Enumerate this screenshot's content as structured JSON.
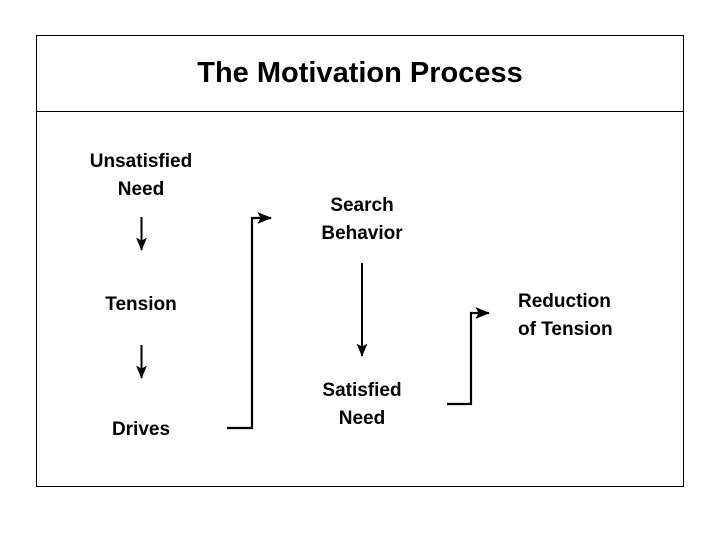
{
  "slide": {
    "title": "The Motivation Process",
    "frame_color": "#000000",
    "background_color": "#ffffff",
    "text_color": "#000000"
  },
  "nodes": [
    {
      "id": "unsatisfied-need",
      "label": "Unsatisfied\nNeed"
    },
    {
      "id": "tension",
      "label": "Tension"
    },
    {
      "id": "drives",
      "label": "Drives"
    },
    {
      "id": "search-behavior",
      "label": "Search\nBehavior"
    },
    {
      "id": "satisfied-need",
      "label": "Satisfied\nNeed"
    },
    {
      "id": "reduction-of-tension",
      "label": "Reduction\nof Tension"
    }
  ],
  "connectors": [
    {
      "id": "unsatisfied-need-to-tension",
      "from": "unsatisfied-need",
      "to": "tension",
      "style": "straight-down"
    },
    {
      "id": "tension-to-drives",
      "from": "tension",
      "to": "drives",
      "style": "straight-down"
    },
    {
      "id": "drives-to-search-behavior",
      "from": "drives",
      "to": "search-behavior",
      "style": "elbow-right-up"
    },
    {
      "id": "search-behavior-to-satisfied-need",
      "from": "search-behavior",
      "to": "satisfied-need",
      "style": "straight-down"
    },
    {
      "id": "satisfied-need-to-reduction-of-tension",
      "from": "satisfied-need",
      "to": "reduction-of-tension",
      "style": "elbow-right-up"
    }
  ]
}
